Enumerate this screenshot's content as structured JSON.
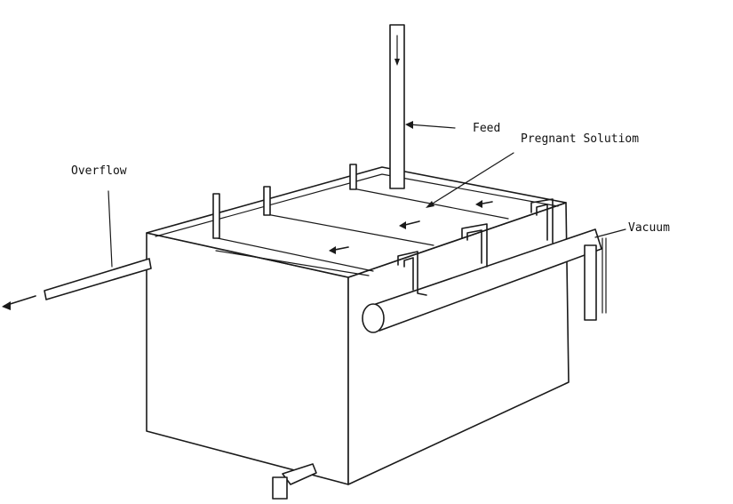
{
  "labels": {
    "overflow": "Overflow",
    "feed": "Feed",
    "pregnant_solution": "Pregnant Solutiom",
    "vacuum": "Vacuum"
  }
}
